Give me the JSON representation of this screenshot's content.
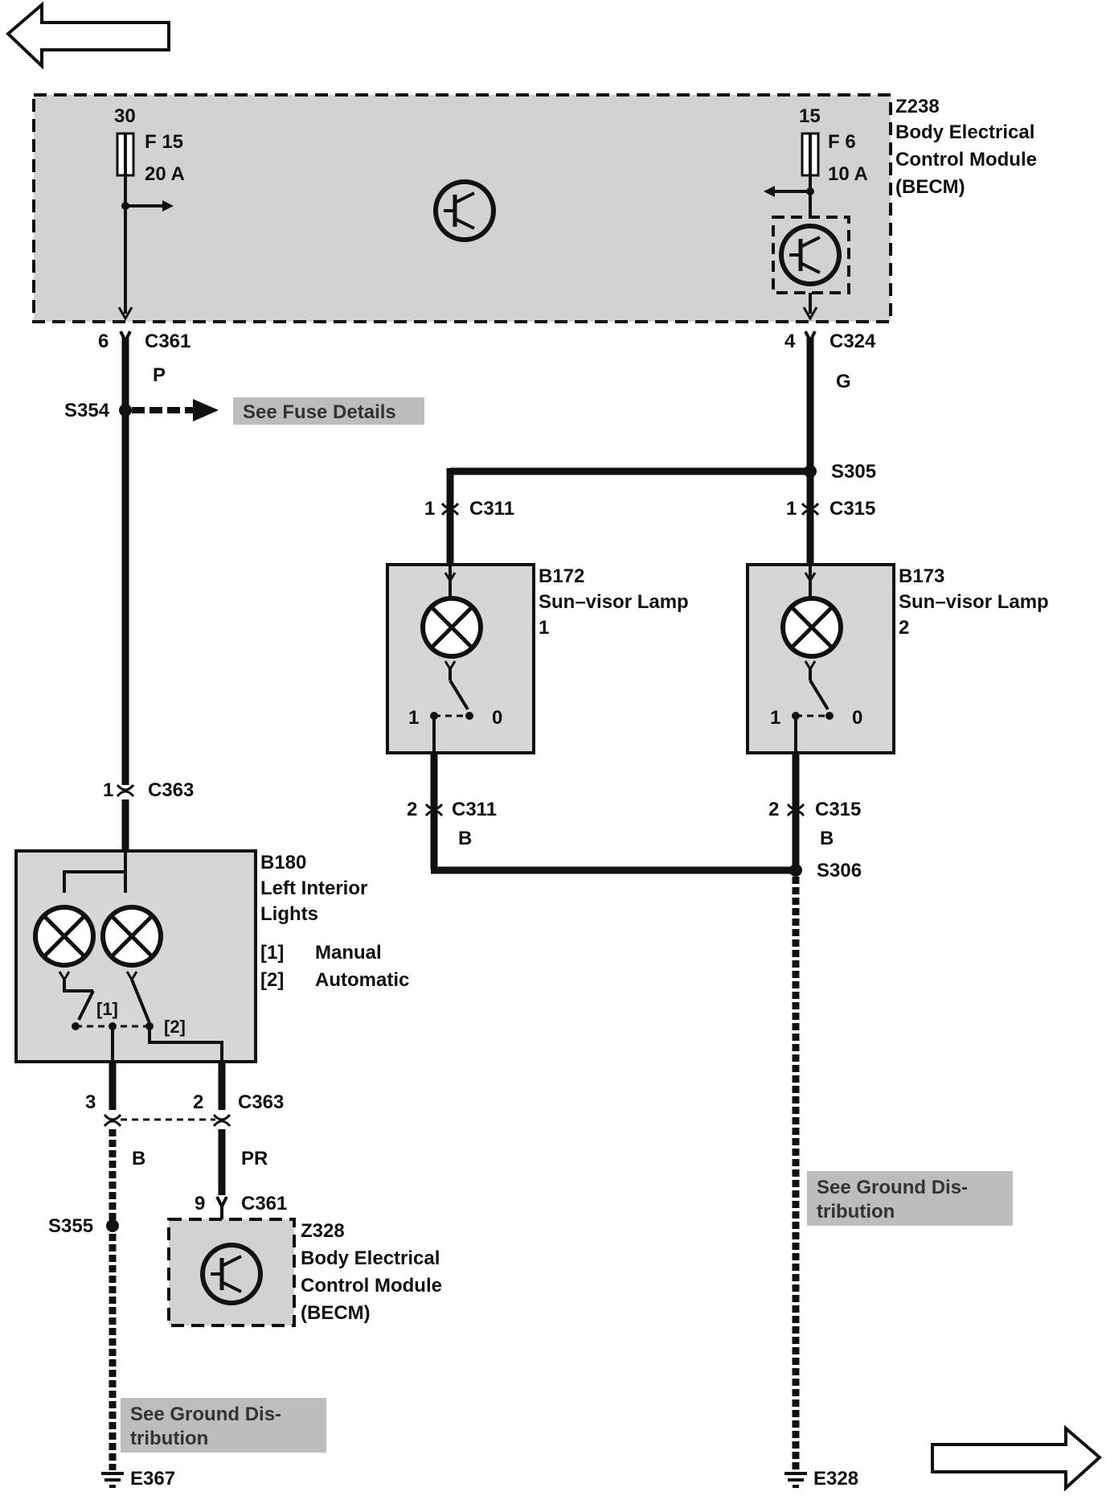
{
  "modules": {
    "z238": {
      "id": "Z238",
      "line1": "Body Electrical",
      "line2": "Control Module",
      "line3": "(BECM)"
    },
    "z328": {
      "id": "Z328",
      "line1": "Body Electrical",
      "line2": "Control Module",
      "line3": "(BECM)"
    }
  },
  "fuses": {
    "f15": {
      "terminal": "30",
      "name": "F 15",
      "rating": "20 A"
    },
    "f6": {
      "terminal": "15",
      "name": "F 6",
      "rating": "10 A"
    }
  },
  "connectors": {
    "c361_top": {
      "pin": "6",
      "name": "C361"
    },
    "c324": {
      "pin": "4",
      "name": "C324"
    },
    "c311_top": {
      "pin": "1",
      "name": "C311"
    },
    "c315_top": {
      "pin": "1",
      "name": "C315"
    },
    "c311_bot": {
      "pin": "2",
      "name": "C311"
    },
    "c315_bot": {
      "pin": "2",
      "name": "C315"
    },
    "c363_top": {
      "pin": "1",
      "name": "C363"
    },
    "c363_bot": {
      "pin_a": "3",
      "pin_b": "2",
      "name": "C363"
    },
    "c361_bot": {
      "pin": "9",
      "name": "C361"
    }
  },
  "wire_colors": {
    "p": "P",
    "g": "G",
    "b_left": "B",
    "b_right": "B",
    "b_ground": "B",
    "pr": "PR"
  },
  "splices": {
    "s354": "S354",
    "s305": "S305",
    "s306": "S306",
    "s355": "S355"
  },
  "components": {
    "b172": {
      "id": "B172",
      "name": "Sun–visor Lamp",
      "num": "1",
      "pos_on": "1",
      "pos_off": "0"
    },
    "b173": {
      "id": "B173",
      "name": "Sun–visor Lamp",
      "num": "2",
      "pos_on": "1",
      "pos_off": "0"
    },
    "b180": {
      "id": "B180",
      "line1": "Left Interior",
      "line2": "Lights",
      "opt1_tag": "[1]",
      "opt1": "Manual",
      "opt2_tag": "[2]",
      "opt2": "Automatic"
    }
  },
  "notes": {
    "fuse": "See Fuse Details",
    "ground_right_1": "See Ground Dis-",
    "ground_right_2": "tribution",
    "ground_left_1": "See Ground Dis-",
    "ground_left_2": "tribution"
  },
  "grounds": {
    "e367": "E367",
    "e328": "E328"
  },
  "icons": [
    "arrow-left-icon",
    "arrow-right-icon",
    "fuse-icon",
    "transistor-icon",
    "lamp-icon",
    "switch-icon",
    "ground-icon"
  ]
}
